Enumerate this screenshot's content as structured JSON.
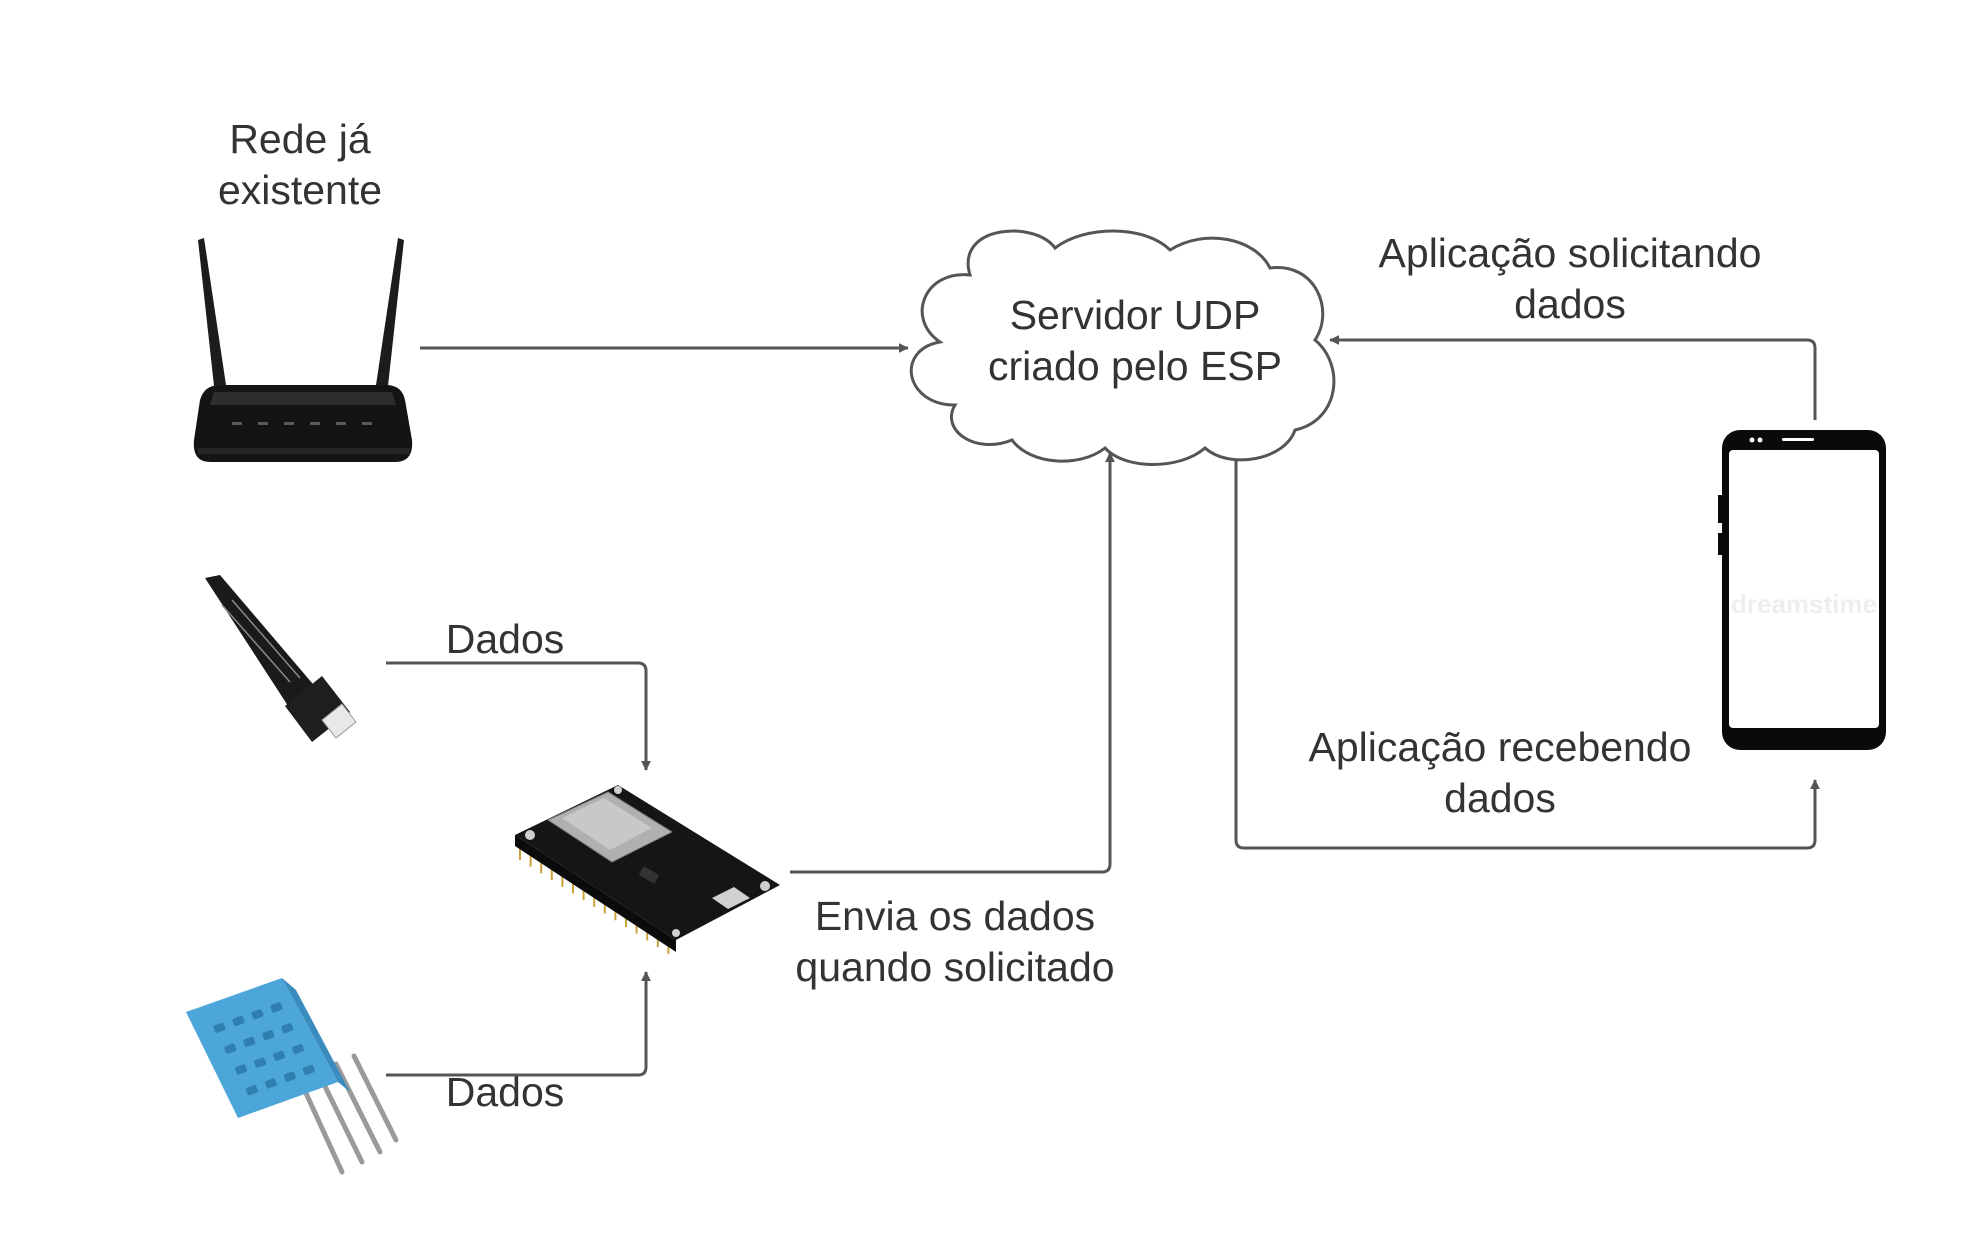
{
  "colors": {
    "line": "#555555",
    "text": "#333333",
    "router_body": "#141414",
    "phone_frame": "#0a0a0a",
    "sensor_blue": "#4da6d9",
    "board_pcb": "#151515",
    "soil_sensor": "#1a1a1a"
  },
  "nodes": {
    "router": {
      "icon": "wifi-router-icon",
      "label": [
        "Rede já",
        "existente"
      ]
    },
    "server": {
      "shape": "cloud",
      "label": [
        "Servidor UDP",
        "criado pelo ESP"
      ]
    },
    "soil_sensor": {
      "icon": "soil-moisture-sensor-icon"
    },
    "dht_sensor": {
      "icon": "dht11-sensor-icon"
    },
    "esp_board": {
      "icon": "nodemcu-esp8266-icon"
    },
    "phone": {
      "icon": "smartphone-icon",
      "watermark": "dreamstime"
    }
  },
  "edges": {
    "soil_to_esp": "Dados",
    "dht_to_esp": "Dados",
    "esp_to_server": [
      "Envia os dados",
      "quando solicitado"
    ],
    "phone_to_server": [
      "Aplicação solicitando",
      "dados"
    ],
    "server_to_phone": [
      "Aplicação recebendo",
      "dados"
    ]
  }
}
